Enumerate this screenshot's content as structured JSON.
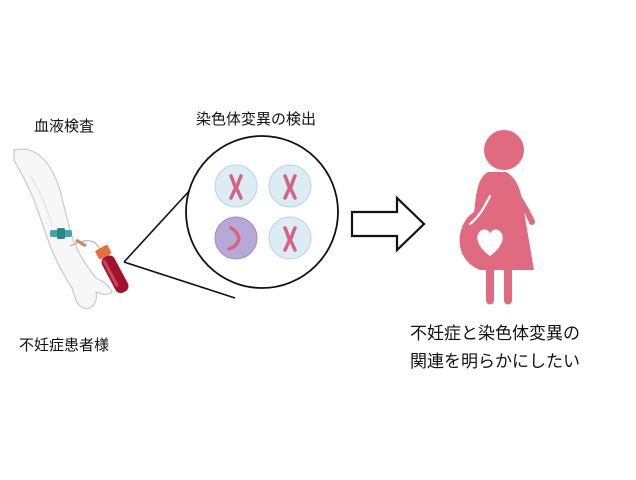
{
  "labels": {
    "blood_test": "血液検査",
    "chromosome_detection": "染色体変異の検出",
    "infertility_patient": "不妊症患者様",
    "goal_line1": "不妊症と染色体変異の",
    "goal_line2": "関連を明らかにしたい"
  },
  "icons": [
    "arm-icon",
    "tourniquet-icon",
    "blood-tube-icon",
    "magnifier-circle-icon",
    "chromosome-cell-icon",
    "arrow-right-icon",
    "pregnant-woman-icon",
    "heart-icon"
  ],
  "colors": {
    "accent_pink": "#e06b80",
    "cell_normal": "#dcecf5",
    "cell_abnormal": "#b8a8d8",
    "chromosome": "#d6647e",
    "tourniquet": "#3fa6a9",
    "blood": "#a4122a"
  }
}
